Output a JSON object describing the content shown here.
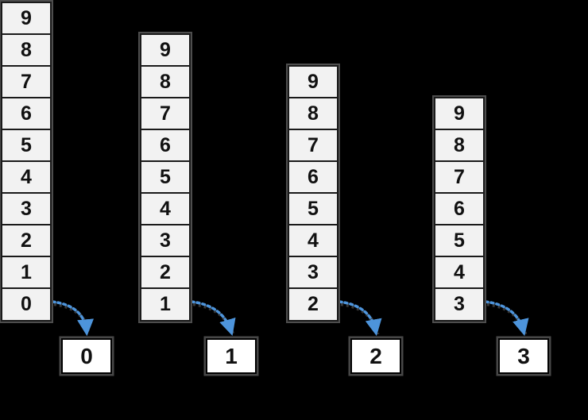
{
  "title": "number-stacks-pop-diagram",
  "colors": {
    "background": "#000000",
    "cell_fill": "#f2f2f2",
    "cell_border": "#1a1a1a",
    "box_fill": "#ffffff",
    "box_border": "#000000",
    "frame_shadow": "#4d4d4d",
    "arrow": "#4d94db",
    "arrow_shadow": "#7a7a7a",
    "digit": "#111111"
  },
  "arrow_style": "dashed-curved-down",
  "stacks": [
    {
      "cells": [
        "9",
        "8",
        "7",
        "6",
        "5",
        "4",
        "3",
        "2",
        "1",
        "0"
      ],
      "output": "0"
    },
    {
      "cells": [
        "9",
        "8",
        "7",
        "6",
        "5",
        "4",
        "3",
        "2",
        "1"
      ],
      "output": "1"
    },
    {
      "cells": [
        "9",
        "8",
        "7",
        "6",
        "5",
        "4",
        "3",
        "2"
      ],
      "output": "2"
    },
    {
      "cells": [
        "9",
        "8",
        "7",
        "6",
        "5",
        "4",
        "3"
      ],
      "output": "3"
    }
  ]
}
